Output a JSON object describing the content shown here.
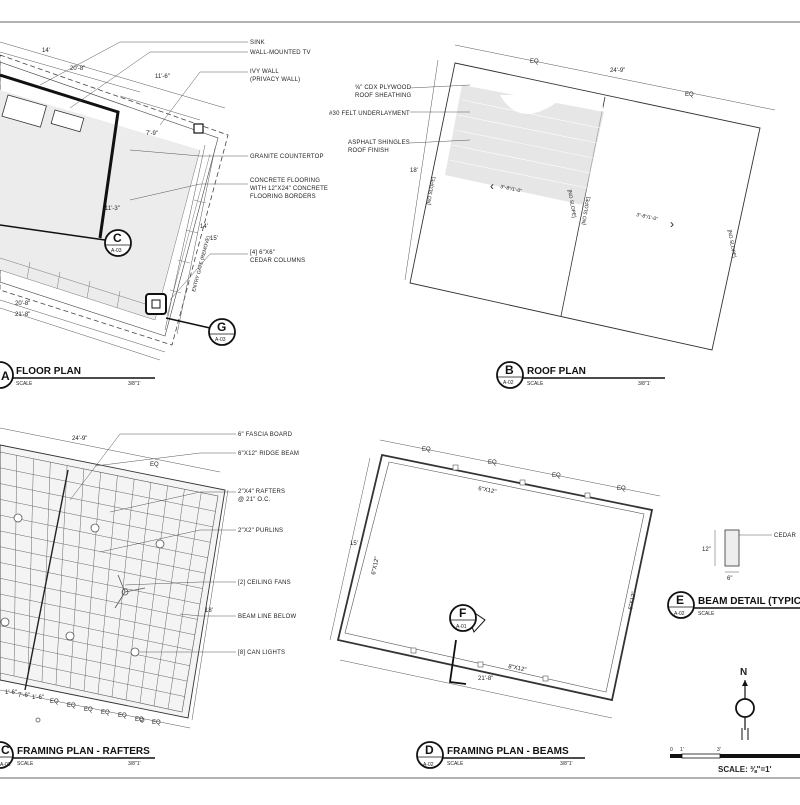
{
  "sheet": {
    "floor_plan": {
      "letter": "A",
      "title": "FLOOR PLAN",
      "scale_label": "SCALE",
      "scale_value": "3/8\"1'",
      "notes": [
        "SINK",
        "WALL-MOUNTED TV",
        "IVY WALL",
        "(PRIVACY WALL)",
        "GRANITE COUNTERTOP",
        "CONCRETE FLOORING",
        "WITH 12\"X24\" CONCRETE",
        "FLOORING BORDERS",
        "[4] 6\"X6\"",
        "CEDAR COLUMNS"
      ],
      "dims": [
        "14'",
        "20'-8\"",
        "11'-6\"",
        "7'-9\"",
        "11'-3\"",
        "14'",
        "15'",
        "20'-8\"",
        "21'-8\""
      ],
      "gate_text": "ENTRY GATE (REMOVE)",
      "callout_c": {
        "letter": "C",
        "ref": "A-03"
      },
      "callout_g": {
        "letter": "G",
        "ref": "A-03"
      }
    },
    "roof_plan": {
      "letter": "B",
      "ref": "A-02",
      "title": "ROOF PLAN",
      "scale_label": "SCALE",
      "scale_value": "3/8\"1'",
      "notes": [
        "⅝\" CDX PLYWOOD",
        "ROOF SHEATHING",
        "#30 FELT UNDERLAYMENT",
        "ASPHALT SHINGLES",
        "ROOF FINISH"
      ],
      "dims": [
        "EQ",
        "24'-9\"",
        "EQ",
        "18'"
      ],
      "slopes": [
        "[NO SLOPE]",
        "[NO SLOPE]",
        "[NO SLOPE]",
        "[NO SLOPE]"
      ],
      "pitch": [
        "3\"-8\"/1'-0\"",
        "3\"-8\"/1'-0\""
      ]
    },
    "framing_rafters": {
      "letter": "C",
      "ref": "A-02",
      "title": "FRAMING PLAN - RAFTERS",
      "scale_label": "SCALE",
      "scale_value": "3/8\"1'",
      "notes": [
        "6\" FASCIA BOARD",
        "6\"X12\" RIDGE BEAM",
        "2\"X4\" RAFTERS",
        "@ 21\" O.C.",
        "2\"X2\" PURLINS",
        "[2] CEILING FANS",
        "BEAM LINE BELOW",
        "[8] CAN LIGHTS"
      ],
      "dims": [
        "24'-9\"",
        "EQ",
        "18'",
        "1'-6\"",
        "7'-6\"",
        "1'-6\"",
        "EQ",
        "EQ",
        "EQ",
        "EQ",
        "EQ",
        "EQ",
        "EQ"
      ]
    },
    "framing_beams": {
      "letter": "D",
      "ref": "A-02",
      "title": "FRAMING PLAN - BEAMS",
      "scale_label": "SCALE",
      "scale_value": "3/8\"1'",
      "dims": [
        "EQ",
        "EQ",
        "EQ",
        "EQ",
        "6\"X12\"",
        "15'",
        "6\"X12\"",
        "6\"X12\"",
        "8\"X12\"",
        "21'-8\""
      ],
      "callout_f": {
        "letter": "F",
        "ref": "A-01"
      }
    },
    "beam_detail": {
      "letter": "E",
      "ref": "A-02",
      "title": "BEAM DETAIL (TYPIC",
      "scale_label": "SCALE",
      "dims": [
        "12\"",
        "6\""
      ],
      "note": "CEDAR"
    },
    "north": {
      "label": "N"
    },
    "scale_bar": {
      "ticks": [
        "0",
        "1'",
        "3'"
      ],
      "label": "SCALE: ⅜\"=1'"
    }
  }
}
